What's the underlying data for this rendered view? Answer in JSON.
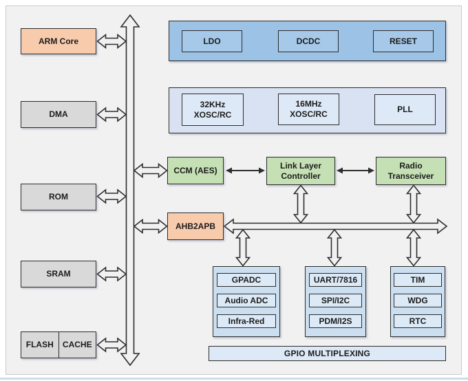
{
  "diagram": {
    "left_column": {
      "blocks": [
        {
          "label": "ARM Core"
        },
        {
          "label": "DMA"
        },
        {
          "label": "ROM"
        },
        {
          "label": "SRAM"
        }
      ],
      "flash_cache": {
        "flash": "FLASH",
        "cache": "CACHE"
      }
    },
    "power_section": {
      "items": [
        "LDO",
        "DCDC",
        "RESET"
      ]
    },
    "clock_section": {
      "items": [
        "32KHz XOSC/RC",
        "16MHz XOSC/RC",
        "PLL"
      ]
    },
    "link_chain": {
      "ccm": "CCM (AES)",
      "link_layer": "Link Layer Controller",
      "radio": "Radio Transceiver"
    },
    "bridge": {
      "label": "AHB2APB"
    },
    "peripheral_groups": [
      {
        "items": [
          "GPADC",
          "Audio ADC",
          "Infra-Red"
        ]
      },
      {
        "items": [
          "UART/7816",
          "SPI/I2C",
          "PDM/I2S"
        ]
      },
      {
        "items": [
          "TIM",
          "WDG",
          "RTC"
        ]
      }
    ],
    "gpio": {
      "label": "GPIO MULTIPLEXING"
    }
  },
  "colors": {
    "canvas-bg": "#f1f1f2",
    "box-border": "#2b2b2b",
    "orange": "#f8cbad",
    "gray": "#d9d9d9",
    "green": "#c5e0b4",
    "blue-strong": "#9cc2e5",
    "blue-strong-inner": "#a6c9e9",
    "lavender": "#d9e2f3",
    "lavender-inner": "#dee9f7",
    "group-bg": "#ccdff1",
    "group-inner": "#dce9f6",
    "arrow-stroke": "#2d2d2d"
  }
}
